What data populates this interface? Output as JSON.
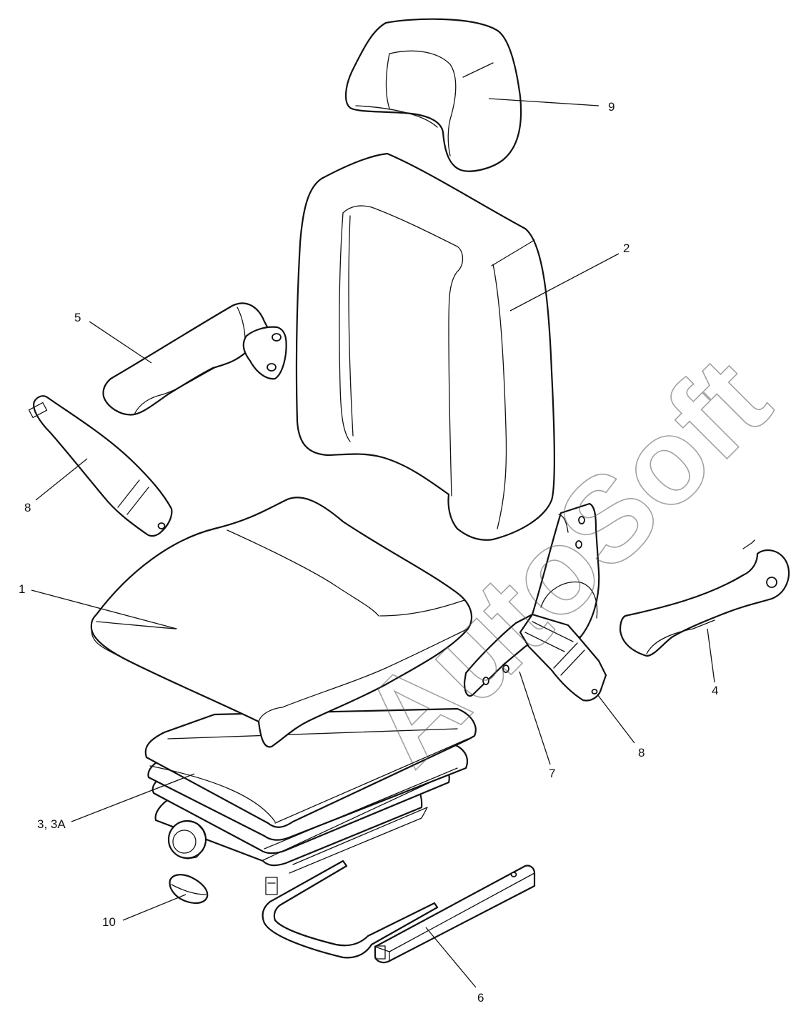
{
  "watermark": "AutoSoft",
  "callouts": {
    "seat_cushion": "1",
    "backrest": "2",
    "suspension": "3, 3A",
    "armrest_right": "4",
    "armrest_left": "5",
    "slide_rail": "6",
    "bracket": "7",
    "belt_left": "8",
    "belt_right": "8",
    "headrest": "9",
    "knob_cover": "10"
  }
}
